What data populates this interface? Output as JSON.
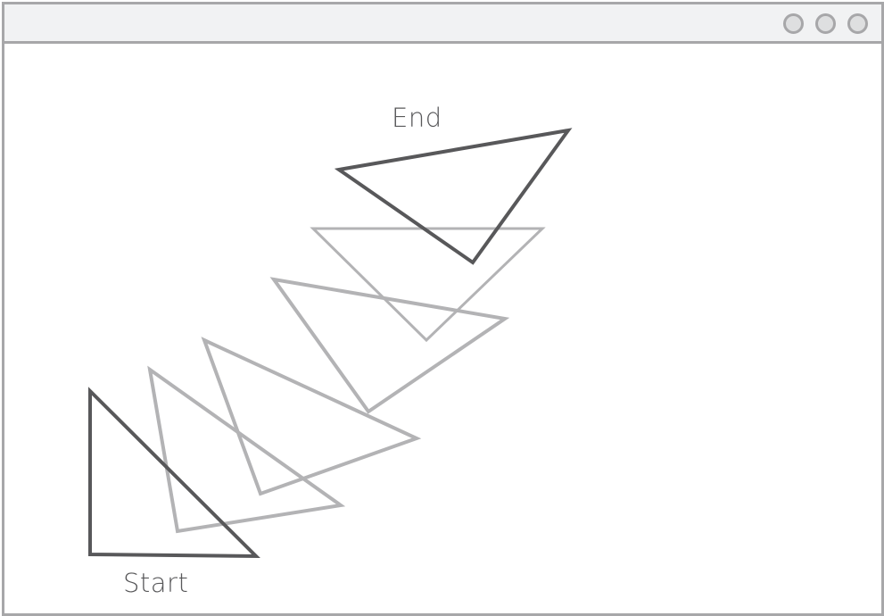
{
  "window": {
    "controls": [
      "circle-button",
      "circle-button",
      "circle-button"
    ]
  },
  "labels": {
    "start": "Start",
    "end": "End"
  },
  "colors": {
    "frame": "#a7a7a9",
    "titlebar": "#f1f2f3",
    "triangle_solid": "#58585a",
    "triangle_faded": "#b3b3b5",
    "text": "#58585a"
  }
}
